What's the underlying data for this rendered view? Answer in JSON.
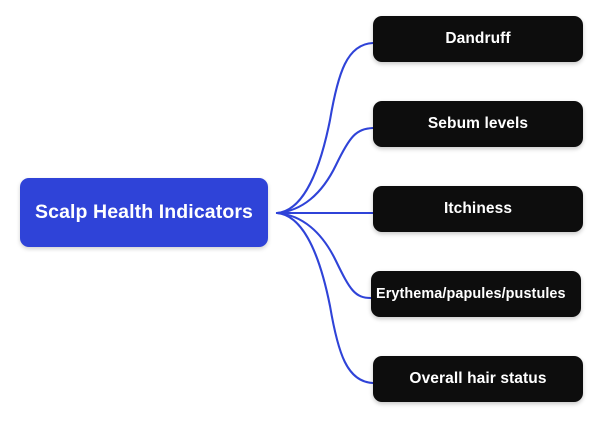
{
  "diagram": {
    "type": "mind-map",
    "title": "Scalp Health Indicators",
    "background_color": "#ffffff",
    "root": {
      "label": "Scalp Health Indicators",
      "fill_color": "#2f43d8",
      "text_color": "#ffffff"
    },
    "edge_color": "#2f43d8",
    "branch_fill_color": "#0d0d0d",
    "branch_text_color": "#ffffff",
    "branches": [
      {
        "label": "Dandruff"
      },
      {
        "label": "Sebum levels"
      },
      {
        "label": "Itchiness"
      },
      {
        "label": "Erythema/papules/pustules"
      },
      {
        "label": "Overall hair status"
      }
    ]
  }
}
